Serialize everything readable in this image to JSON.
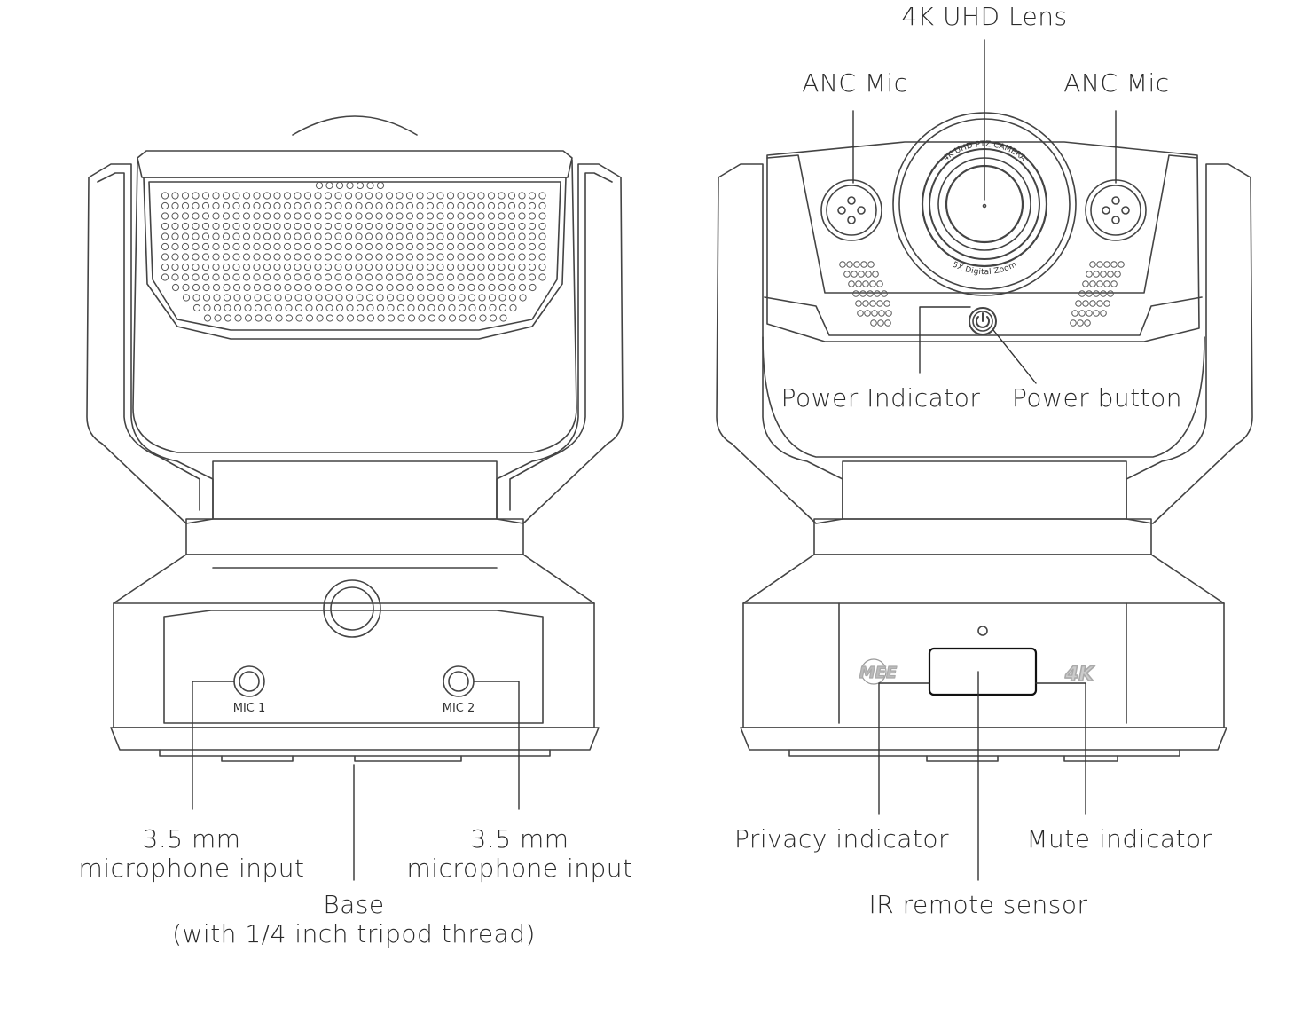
{
  "labels": {
    "lens": "4K UHD Lens",
    "anc_mic_left": "ANC Mic",
    "anc_mic_right": "ANC Mic",
    "power_indicator": "Power Indicator",
    "power_button": "Power button",
    "mic_input_left_1": "3.5 mm",
    "mic_input_left_2": "microphone input",
    "mic_input_right_1": "3.5 mm",
    "mic_input_right_2": "microphone input",
    "base_1": "Base",
    "base_2": "(with 1/4 inch tripod thread)",
    "privacy_indicator": "Privacy indicator",
    "mute_indicator": "Mute indicator",
    "ir_sensor": "IR remote sensor"
  },
  "device_text": {
    "lens_ring_top": "4K UHD PTZ CAMERA",
    "lens_ring_bottom": "5X Digital Zoom",
    "mic1": "MIC 1",
    "mic2": "MIC 2",
    "brand_logo": "MEE",
    "badge_4k": "4K"
  },
  "colors": {
    "stroke": "#333333",
    "text": "#2a2a2a"
  }
}
